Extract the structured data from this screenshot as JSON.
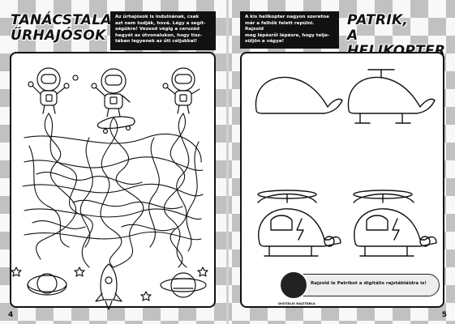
{
  "left_page": {
    "title_line1": "TANÁCSTALAN",
    "title_line2": "ŰRHAJÓSOK",
    "instructions": [
      "Az űrhajósok is indulnának, csak",
      "azt nem tudják, hová. Légy a segít-",
      "ségükre! Vezesd végig a ceruzád",
      "hegyét az útvonalukon, hogy tisz-",
      "tában legyenek az űti céljukkal!"
    ],
    "page_number": "4"
  },
  "right_page": {
    "title_line1": "PATRIK,",
    "title_line2": "A HELIKOPTER",
    "instructions": [
      "A kis helikopter nagyon szeretne",
      "már a felhők felett repülni. Rajzold",
      "meg lépésről lépésre, hogy telje-",
      "süljön a vágya!"
    ],
    "cta_text": "Rajzold le Patrikot a digitális rajztábláidra is!",
    "badge_text": "DIGITÁLIS RAJZTÁBLA",
    "page_number": "5"
  },
  "colors": {
    "ink": "#111111",
    "checker": "#8f8f8f",
    "paper": "#ffffff"
  }
}
